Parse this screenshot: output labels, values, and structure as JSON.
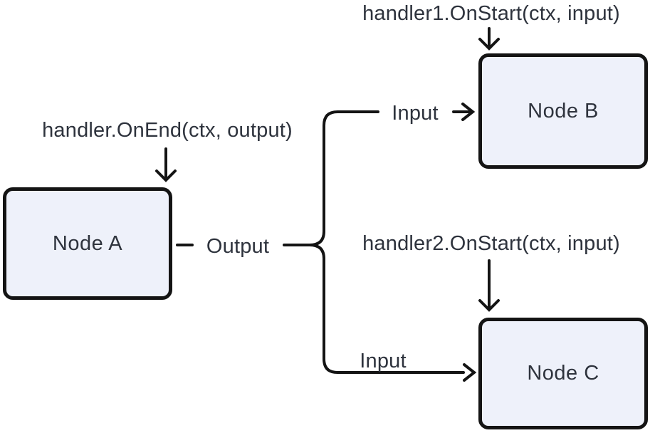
{
  "diagram": {
    "nodes": {
      "a": {
        "label": "Node A"
      },
      "b": {
        "label": "Node B"
      },
      "c": {
        "label": "Node C"
      }
    },
    "annotations": {
      "on_end": {
        "text": "handler.OnEnd(ctx, output)"
      },
      "on_start_1": {
        "text": "handler1.OnStart(ctx, input)"
      },
      "on_start_2": {
        "text": "handler2.OnStart(ctx, input)"
      }
    },
    "edge_labels": {
      "output": {
        "text": "Output"
      },
      "input_b": {
        "text": "Input"
      },
      "input_c": {
        "text": "Input"
      }
    },
    "colors": {
      "node_fill": "#eef1fa",
      "node_border": "#141414",
      "line": "#141414",
      "text": "#2e333d",
      "background": "#ffffff"
    }
  }
}
